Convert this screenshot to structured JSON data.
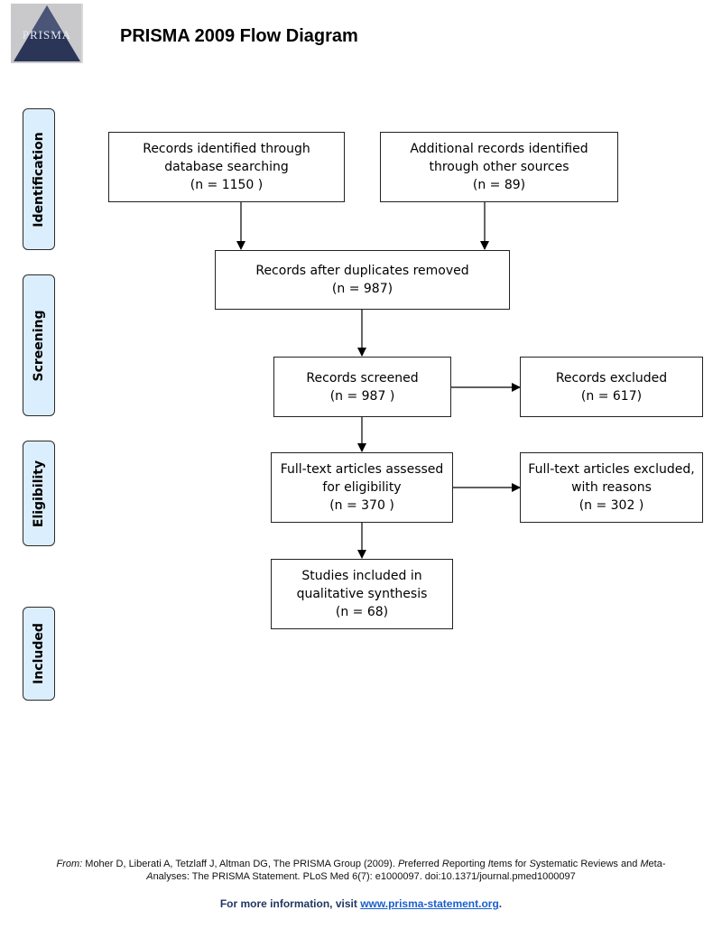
{
  "header": {
    "logo_text": "PRISMA",
    "title": "PRISMA 2009 Flow Diagram"
  },
  "phases": {
    "identification": "Identification",
    "screening": "Screening",
    "eligibility": "Eligibility",
    "included": "Included"
  },
  "boxes": {
    "database": {
      "line1": "Records identified through",
      "line2": "database searching",
      "line3": "(n =  1150 )"
    },
    "other_sources": {
      "line1": "Additional records identified",
      "line2": "through other sources",
      "line3": "(n = 89)"
    },
    "after_duplicates": {
      "line1": "Records after duplicates removed",
      "line2": "(n = 987)"
    },
    "screened": {
      "line1": "Records screened",
      "line2": "(n =  987 )"
    },
    "excluded": {
      "line1": "Records excluded",
      "line2": "(n = 617)"
    },
    "fulltext_assessed": {
      "line1": "Full-text articles assessed",
      "line2": "for eligibility",
      "line3": "(n = 370 )"
    },
    "fulltext_excluded": {
      "line1": "Full-text articles excluded,",
      "line2": "with reasons",
      "line3": "(n = 302 )"
    },
    "included": {
      "line1": "Studies included in",
      "line2": "qualitative synthesis",
      "line3": "(n = 68)"
    }
  },
  "footer": {
    "from_label": "From:",
    "citation_a": "  Moher D, Liberati A, Tetzlaff J, Altman DG, The PRISMA Group (2009). ",
    "title_p": "P",
    "title_referred": "referred ",
    "title_r": "R",
    "title_eporting": "eporting ",
    "title_i": "I",
    "title_tems": "tems for ",
    "title_s": "S",
    "title_ystematic": "ystematic Reviews and ",
    "title_m": "M",
    "title_eta": "eta-",
    "title_a": "A",
    "citation_b": "nalyses: The PRISMA Statement. PLoS Med 6(7): e1000097. doi:10.1371/journal.pmed1000097",
    "more_info": "For more information, visit ",
    "more_link": "www.prisma-statement.org",
    "more_end": "."
  }
}
